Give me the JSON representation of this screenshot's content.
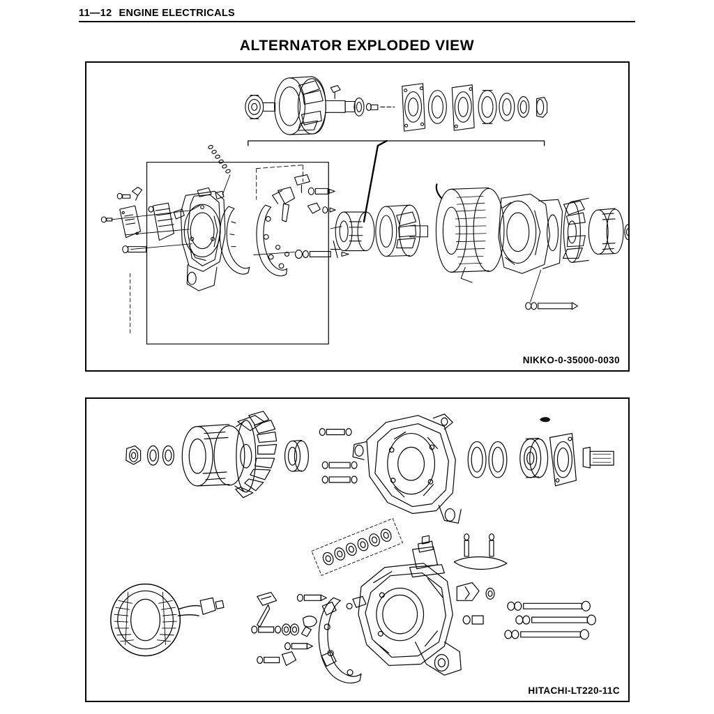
{
  "page": {
    "header": {
      "folio": "11—12",
      "section_title": "ENGINE ELECTRICALS"
    },
    "title": "ALTERNATOR EXPLODED VIEW"
  },
  "panels": [
    {
      "id": "nikko",
      "caption": "NIKKO-0-35000-0030",
      "figure_title": "Nikko alternator exploded view",
      "subassembly_label": "rotor-and-pulley-subassembly",
      "groups": [
        {
          "name": "upper-rotor-assembly-row",
          "description": "Rotor with fan, bearings, seal plates, spacers and washers shown in line"
        },
        {
          "name": "rear-housing-group",
          "description": "Rear end frame with brush holder, regulator, rectifier and fasteners"
        },
        {
          "name": "main-assembly-row",
          "description": "Stator, front bracket, field coil, fan, pulley and shaft nut shown in line"
        },
        {
          "name": "through-bolt-group",
          "description": "Through bolt with washer"
        }
      ]
    },
    {
      "id": "hitachi",
      "caption": "HITACHI-LT220-11C",
      "figure_title": "Hitachi LT220 alternator exploded view",
      "groups": [
        {
          "name": "pulley-fan-front-bracket-row",
          "description": "Nut, washers, pulley, fan, spacer, front bracket with bolts"
        },
        {
          "name": "bearing-retainer-rotor-row",
          "description": "Seals, bearing, retainer plate, key, rotor and rear bearing"
        },
        {
          "name": "stator-group",
          "description": "Stator assembly with lead wires"
        },
        {
          "name": "brush-rectifier-group",
          "description": "Brush holder, screws, washers and rectifier assembly"
        },
        {
          "name": "rear-bracket-group",
          "description": "Rear end bracket with terminal stud, clamp and fasteners"
        },
        {
          "name": "diode-strip-group",
          "description": "Diode / terminal strip detail"
        },
        {
          "name": "through-bolt-group",
          "description": "Three through bolts with washers"
        }
      ]
    }
  ],
  "colors": {
    "ink": "#000000",
    "paper": "#ffffff",
    "shade": "#1a1a1a"
  }
}
